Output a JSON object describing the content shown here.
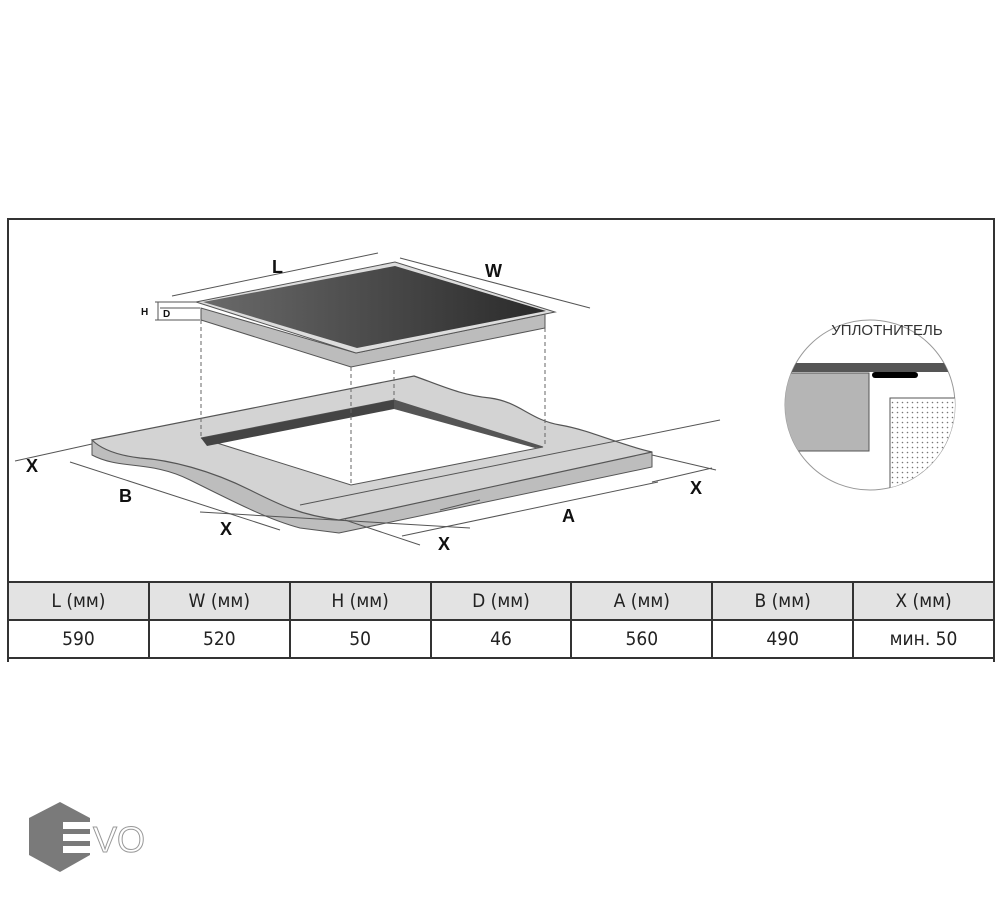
{
  "diagram": {
    "labels": {
      "L": "L",
      "W": "W",
      "H": "H",
      "D": "D",
      "A": "A",
      "B": "B",
      "X": "X"
    },
    "inset_label": "УПЛОТНИТЕЛЬ"
  },
  "table": {
    "headers": [
      "L (мм)",
      "W (мм)",
      "H (мм)",
      "D (мм)",
      "A (мм)",
      "B (мм)",
      "X (мм)"
    ],
    "values": [
      "590",
      "520",
      "50",
      "46",
      "560",
      "490",
      "мин. 50"
    ]
  },
  "logo": {
    "text": "EVO"
  }
}
